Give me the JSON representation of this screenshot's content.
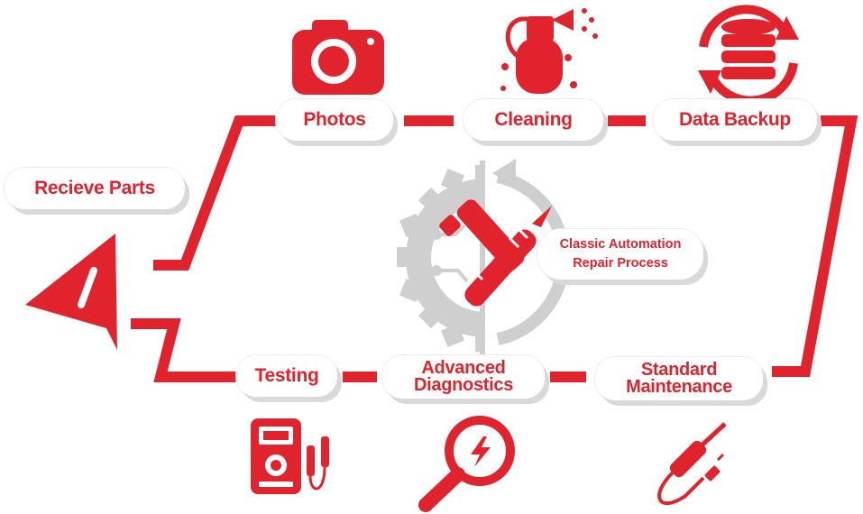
{
  "colors": {
    "accent": "#e0232c",
    "gear": "#cfcfcf",
    "shadow": "#d9d9d9"
  },
  "steps": {
    "receive": {
      "label": "Recieve Parts"
    },
    "photos": {
      "label": "Photos",
      "icon": "camera-icon"
    },
    "cleaning": {
      "label": "Cleaning",
      "icon": "fire-extinguisher-icon"
    },
    "backup": {
      "label": "Data Backup",
      "icon": "database-sync-icon"
    },
    "testing": {
      "label": "Testing",
      "icon": "multimeter-icon"
    },
    "diagnostics": {
      "line1": "Advanced",
      "line2": "Diagnostics",
      "icon": "magnifier-lightning-icon"
    },
    "maintenance": {
      "line1": "Standard",
      "line2": "Maintenance",
      "icon": "soldering-iron-icon"
    }
  },
  "center": {
    "line1": "Classic Automation",
    "line2": "Repair Process",
    "icon": "gear-tools-icon"
  }
}
